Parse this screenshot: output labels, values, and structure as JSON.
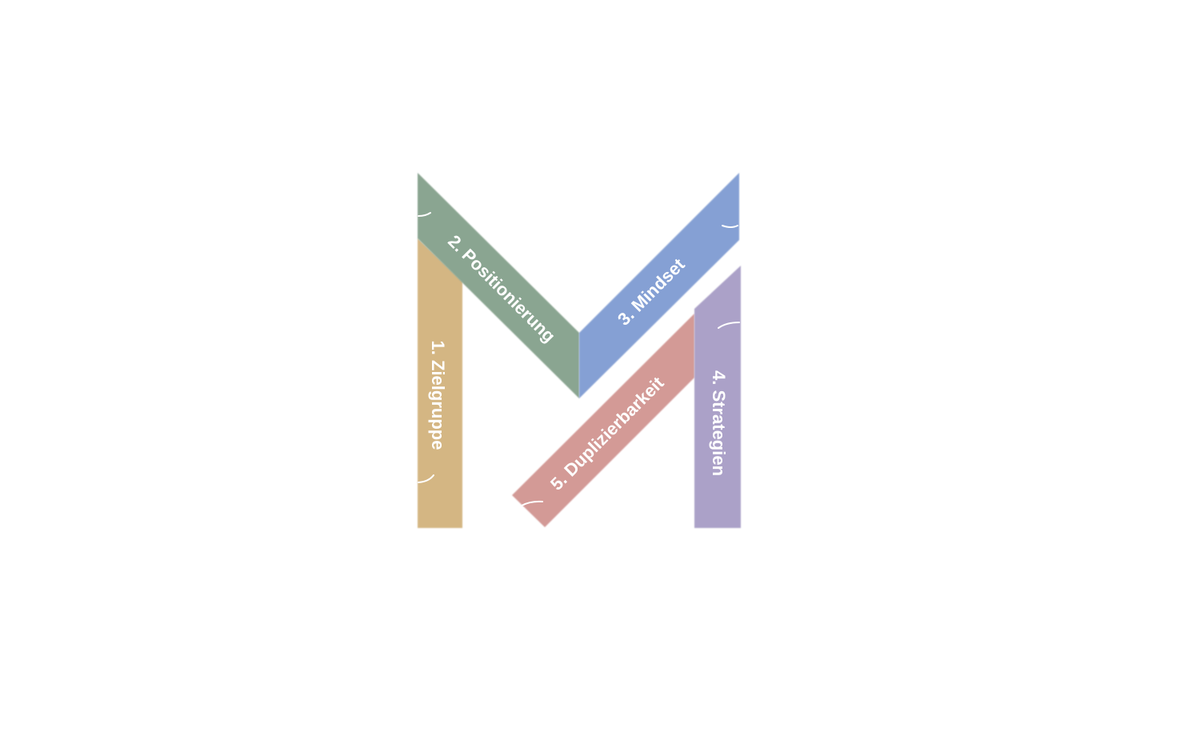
{
  "diagram": {
    "strokes": [
      {
        "id": "zielgruppe",
        "label": "1. Zielgruppe",
        "color": "#d4b683"
      },
      {
        "id": "positionierung",
        "label": "2. Positionierung",
        "color": "#8aa591"
      },
      {
        "id": "mindset",
        "label": "3. Mindset",
        "color": "#85a0d4"
      },
      {
        "id": "strategien",
        "label": "4. Strategien",
        "color": "#aba1c8"
      },
      {
        "id": "duplizierbarkeit",
        "label": "5. Duplizierbarkeit",
        "color": "#d39a96"
      }
    ]
  }
}
